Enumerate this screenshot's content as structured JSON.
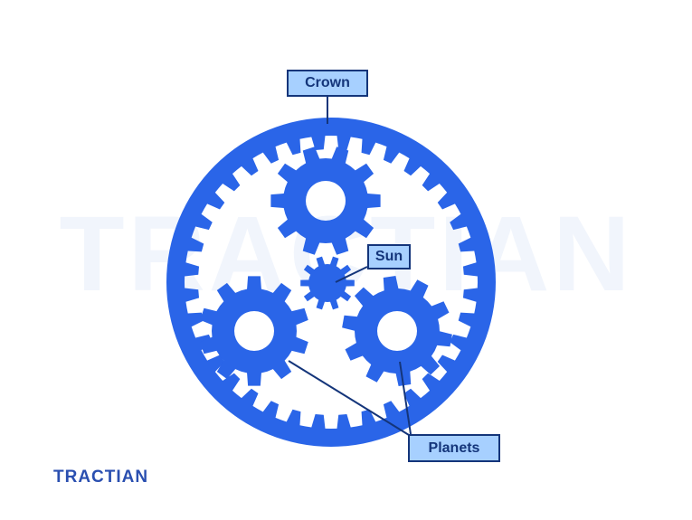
{
  "diagram": {
    "labels": {
      "crown": "Crown",
      "sun": "Sun",
      "planets": "Planets"
    },
    "brand": "TRACTIAN",
    "watermark": "TRACTIAN"
  },
  "colors": {
    "gear_blue": "#2a65e8",
    "label_fill": "#a7d0ff",
    "label_border": "#14357a",
    "leader_line": "#14357a",
    "brand": "#2a4fb0",
    "watermark": "#f1f5fc"
  }
}
